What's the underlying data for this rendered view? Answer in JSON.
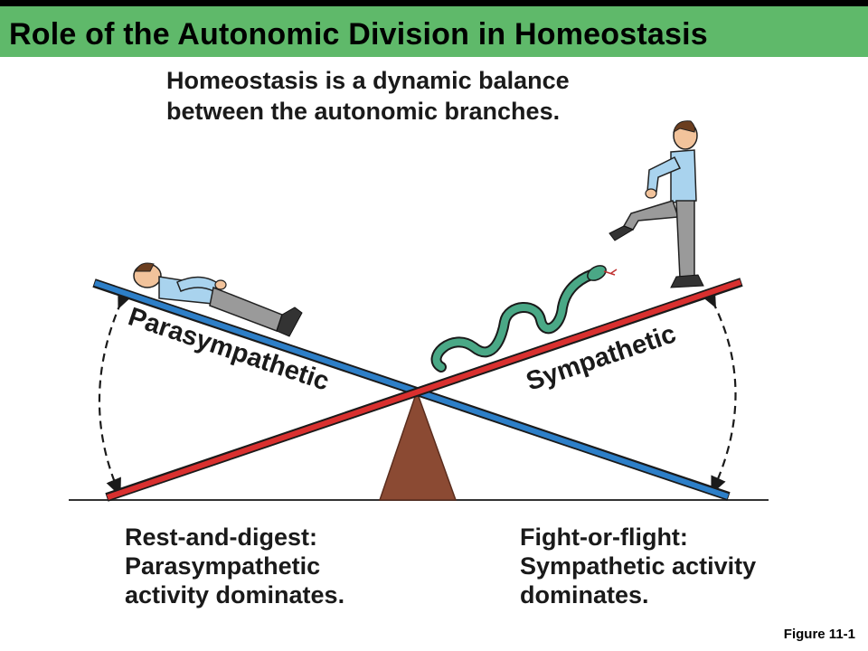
{
  "header": {
    "title": "Role of the Autonomic Division in Homeostasis",
    "accent_color": "#5fb96a"
  },
  "subtitle": {
    "line1": "Homeostasis is a dynamic balance",
    "line2": "between the autonomic branches."
  },
  "diagram": {
    "parasympathetic_label": "Parasympathetic",
    "sympathetic_label": "Sympathetic",
    "parasympathetic_color": "#2d7fc8",
    "sympathetic_color": "#d9302f",
    "fulcrum_color": "#8b4a33"
  },
  "captions": {
    "left": {
      "line1": "Rest-and-digest:",
      "line2": "Parasympathetic",
      "line3": "activity dominates."
    },
    "right": {
      "line1": "Fight-or-flight:",
      "line2": "Sympathetic activity",
      "line3": "dominates."
    }
  },
  "figure_ref": "Figure 11-1"
}
